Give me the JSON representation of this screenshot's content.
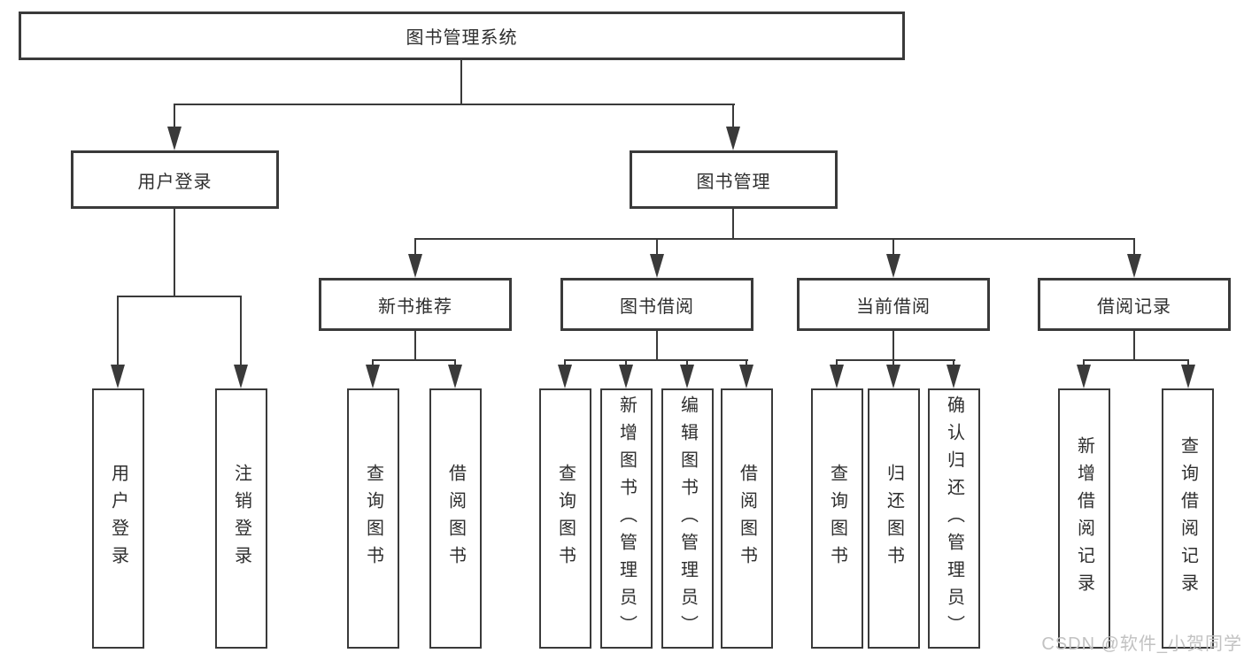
{
  "diagram": {
    "title": "图书管理系统",
    "root": {
      "label": "图书管理系统"
    },
    "branches": [
      {
        "label": "用户登录",
        "leaves": [
          "用户登录",
          "注销登录"
        ]
      },
      {
        "label": "图书管理",
        "children": [
          {
            "label": "新书推荐",
            "leaves": [
              "查询图书",
              "借阅图书"
            ]
          },
          {
            "label": "图书借阅",
            "leaves": [
              "查询图书",
              "新增图书（管理员）",
              "编辑图书（管理员）",
              "借阅图书"
            ]
          },
          {
            "label": "当前借阅",
            "leaves": [
              "查询图书",
              "归还图书",
              "确认归还（管理员）"
            ]
          },
          {
            "label": "借阅记录",
            "leaves": [
              "新增借阅记录",
              "查询借阅记录"
            ]
          }
        ]
      }
    ],
    "colors": {
      "line": "#3a3a3a",
      "box_border": "#3a3a3a",
      "text": "#2e2e2e",
      "background": "#ffffff",
      "watermark": "#c2c2c2"
    }
  },
  "watermark": {
    "text": "CSDN @软件_小贺同学"
  }
}
